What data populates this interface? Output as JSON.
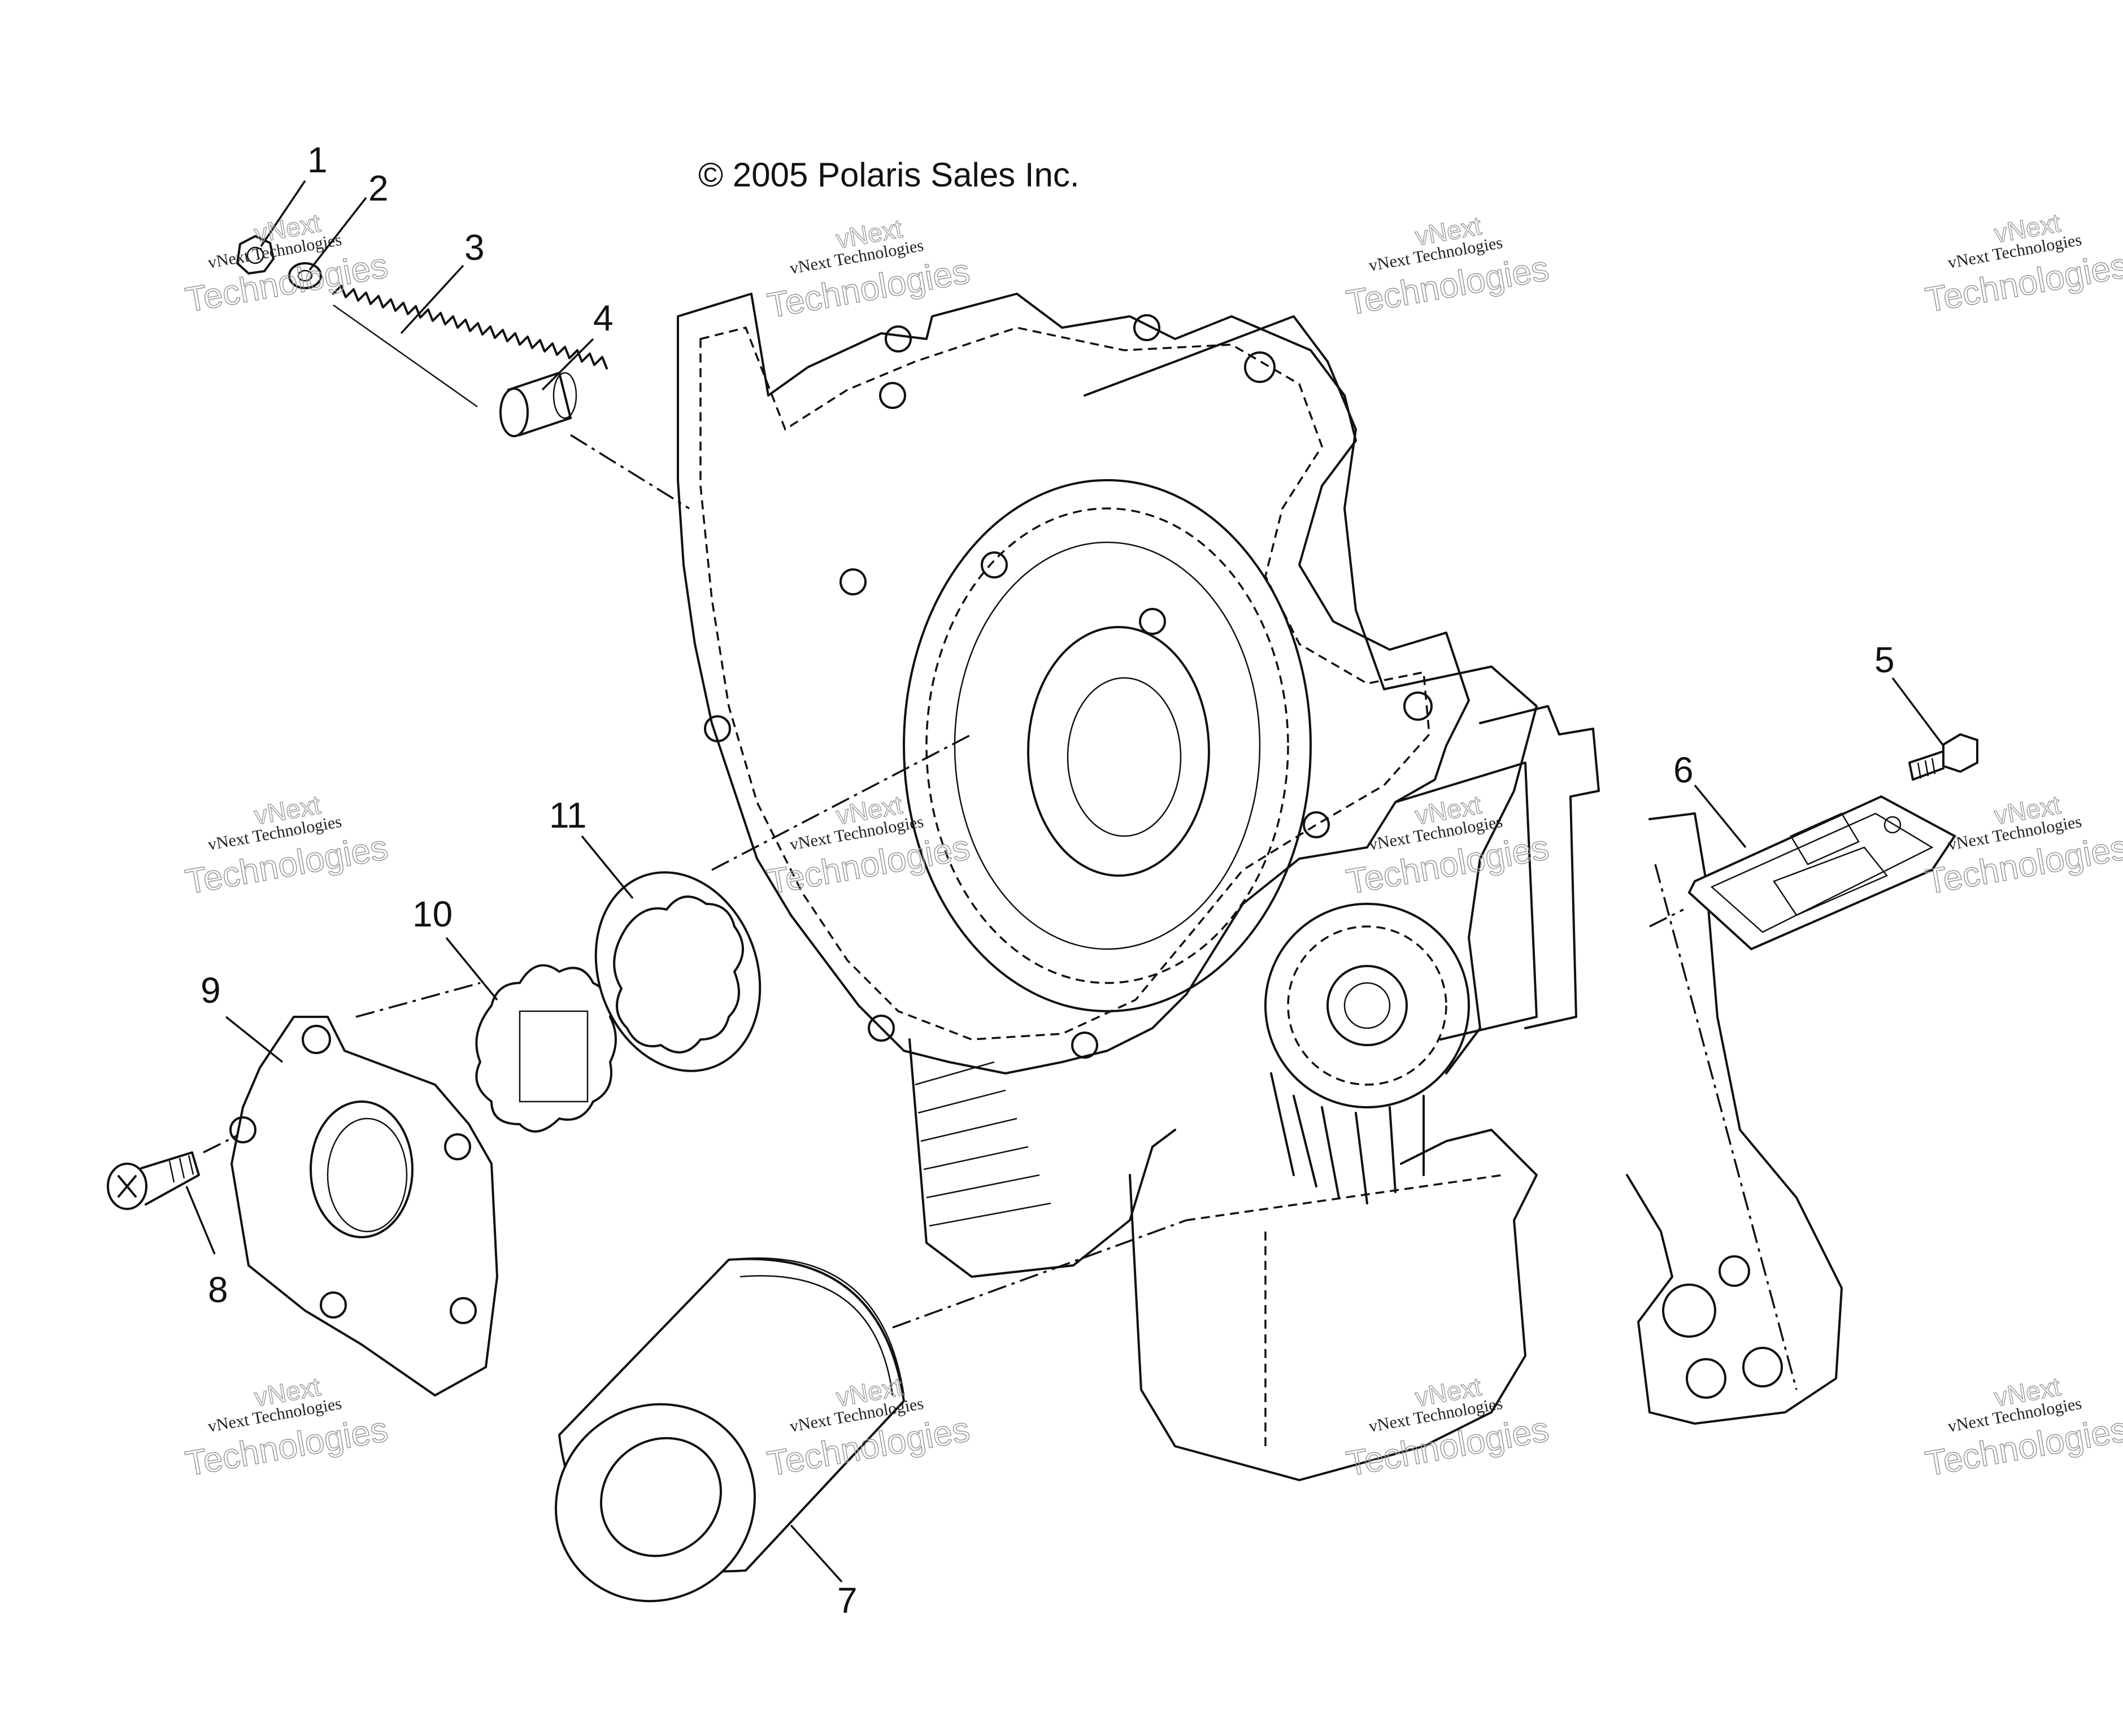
{
  "copyright": "© 2005 Polaris Sales Inc.",
  "callouts": [
    "1",
    "2",
    "3",
    "4",
    "5",
    "6",
    "7",
    "8",
    "9",
    "10",
    "11"
  ],
  "watermark": {
    "line1": "vNext Technologies",
    "line2": "Technologies",
    "line3": "vNext"
  }
}
